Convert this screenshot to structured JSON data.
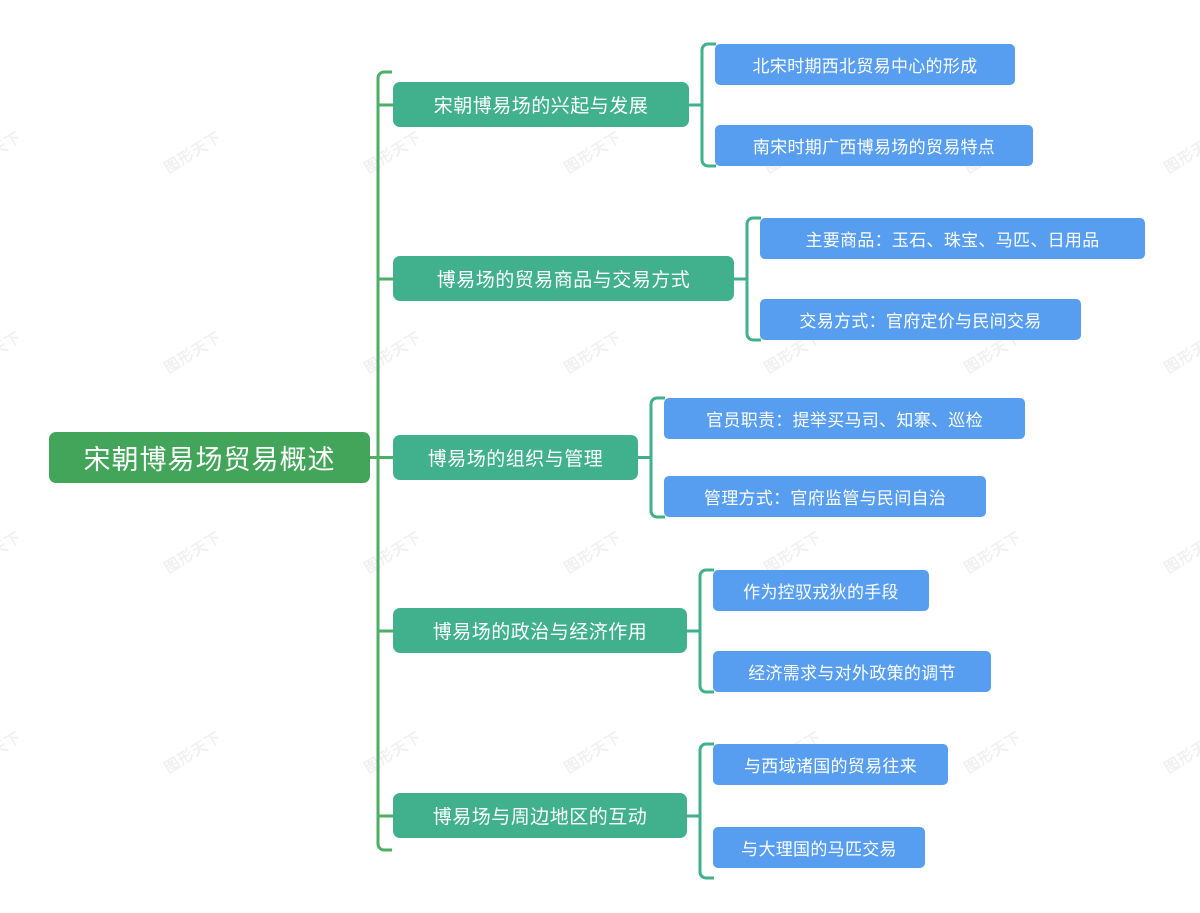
{
  "diagram": {
    "type": "mind-map",
    "title": "宋朝博易场贸易概述",
    "watermark_text": "图形天下",
    "colors": {
      "root": "#42a55a",
      "level2": "#40b08d",
      "level3": "#579ef0",
      "trunk_line": "#4caf65",
      "branch_line": "#40b08d",
      "text": "#ffffff",
      "background": "#ffffff"
    }
  },
  "root": {
    "label": "宋朝博易场贸易概述"
  },
  "branches": [
    {
      "label": "宋朝博易场的兴起与发展",
      "children": [
        {
          "label": "北宋时期西北贸易中心的形成"
        },
        {
          "label": "南宋时期广西博易场的贸易特点"
        }
      ]
    },
    {
      "label": "博易场的贸易商品与交易方式",
      "children": [
        {
          "label": "主要商品：玉石、珠宝、马匹、日用品"
        },
        {
          "label": "交易方式：官府定价与民间交易"
        }
      ]
    },
    {
      "label": "博易场的组织与管理",
      "children": [
        {
          "label": "官员职责：提举买马司、知寨、巡检"
        },
        {
          "label": "管理方式：官府监管与民间自治"
        }
      ]
    },
    {
      "label": "博易场的政治与经济作用",
      "children": [
        {
          "label": "作为控驭戎狄的手段"
        },
        {
          "label": "经济需求与对外政策的调节"
        }
      ]
    },
    {
      "label": "博易场与周边地区的互动",
      "children": [
        {
          "label": "与西域诸国的贸易往来"
        },
        {
          "label": "与大理国的马匹交易"
        }
      ]
    }
  ]
}
